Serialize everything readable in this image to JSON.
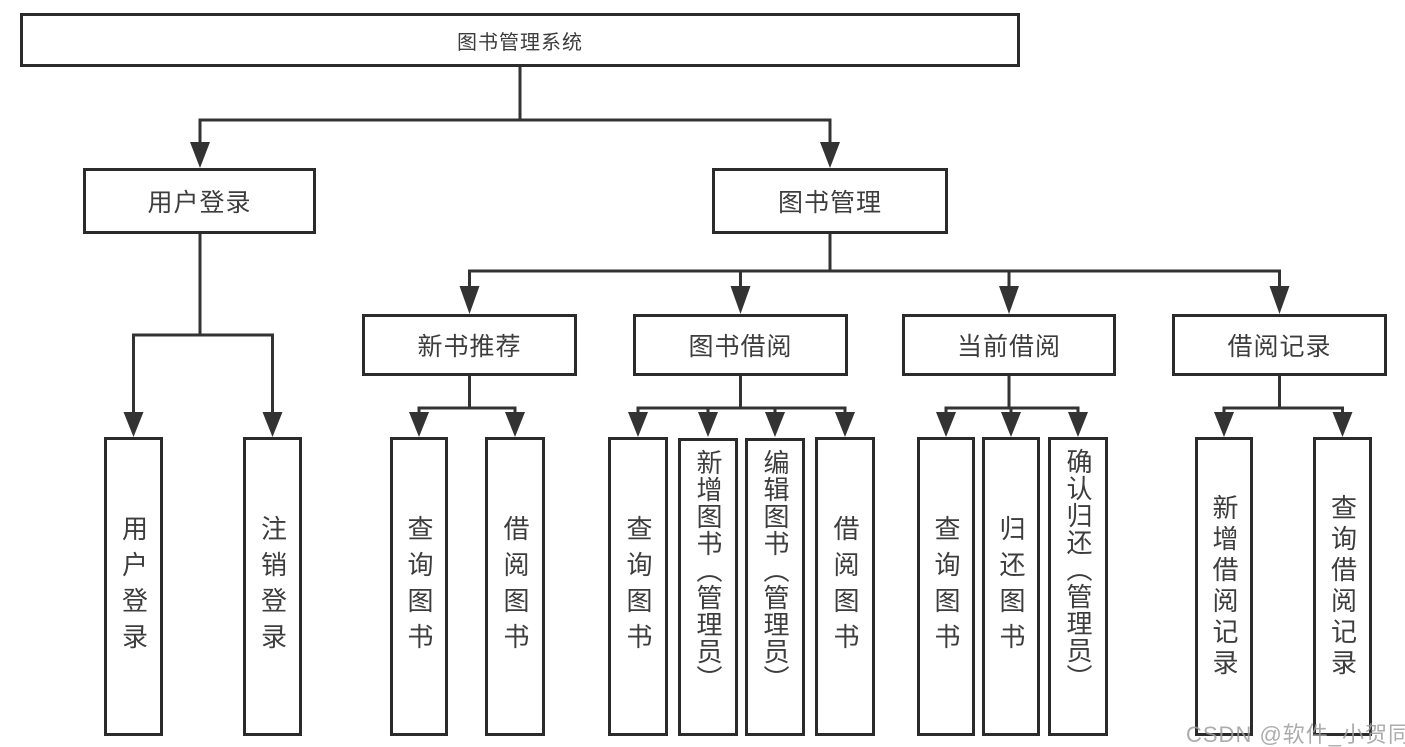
{
  "diagram_title": "图书管理系统",
  "tree": {
    "root": {
      "label": "图书管理系统",
      "children": [
        {
          "label": "用户登录",
          "children": [
            {
              "label": "用户登录"
            },
            {
              "label": "注销登录"
            }
          ]
        },
        {
          "label": "图书管理",
          "children": [
            {
              "label": "新书推荐",
              "children": [
                {
                  "label": "查询图书"
                },
                {
                  "label": "借阅图书"
                }
              ]
            },
            {
              "label": "图书借阅",
              "children": [
                {
                  "label": "查询图书"
                },
                {
                  "label": "新增图书（管理员）"
                },
                {
                  "label": "编辑图书（管理员）"
                },
                {
                  "label": "借阅图书"
                }
              ]
            },
            {
              "label": "当前借阅",
              "children": [
                {
                  "label": "查询图书"
                },
                {
                  "label": "归还图书"
                },
                {
                  "label": "确认归还（管理员）"
                }
              ]
            },
            {
              "label": "借阅记录",
              "children": [
                {
                  "label": "新增借阅记录"
                },
                {
                  "label": "查询借阅记录"
                }
              ]
            }
          ]
        }
      ]
    }
  },
  "watermark": {
    "text": "CSDN @软件_小贺同学"
  },
  "colors": {
    "line": "#333333",
    "box_border": "#2b2b2b",
    "text": "#3d3d3d",
    "background": "#ffffff",
    "watermark": "#9e9e9e"
  }
}
